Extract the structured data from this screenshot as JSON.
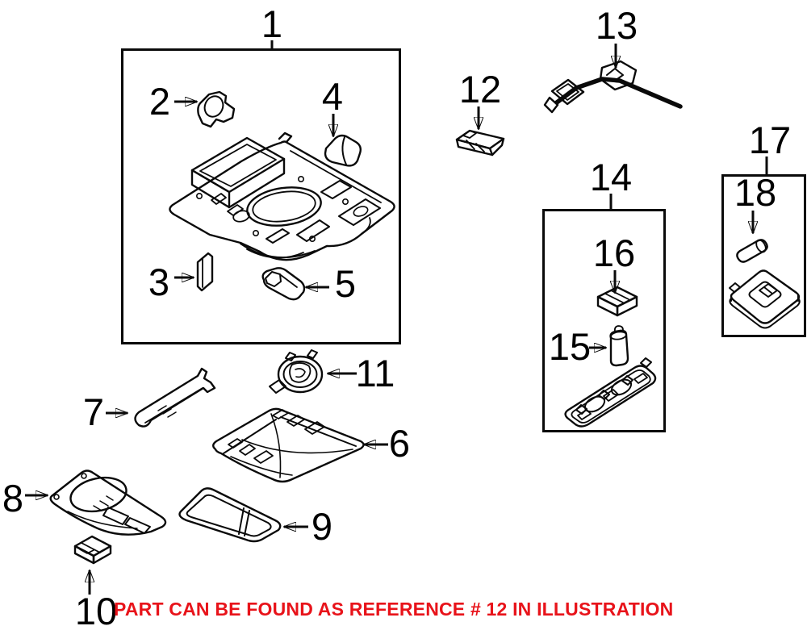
{
  "colors": {
    "ink": "#0a0a0a",
    "note_red": "#e8131a",
    "background": "#ffffff"
  },
  "callouts": [
    {
      "label": "1"
    },
    {
      "label": "2"
    },
    {
      "label": "3"
    },
    {
      "label": "4"
    },
    {
      "label": "5"
    },
    {
      "label": "6"
    },
    {
      "label": "7"
    },
    {
      "label": "8"
    },
    {
      "label": "9"
    },
    {
      "label": "10"
    },
    {
      "label": "11"
    },
    {
      "label": "12"
    },
    {
      "label": "13"
    },
    {
      "label": "14"
    },
    {
      "label": "15"
    },
    {
      "label": "16"
    },
    {
      "label": "17"
    },
    {
      "label": "18"
    }
  ],
  "note": {
    "text": "PART CAN BE FOUND AS REFERENCE # 12 IN ILLUSTRATION",
    "color": "#e8131a"
  }
}
